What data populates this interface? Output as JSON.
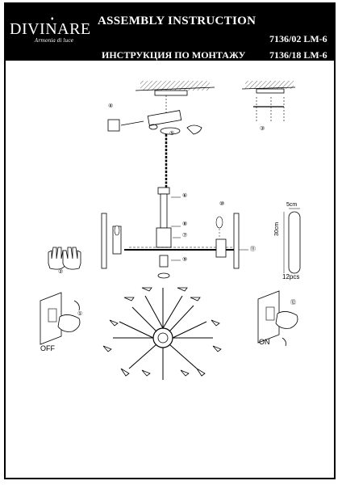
{
  "header": {
    "brand": "DIVINARE",
    "tagline": "Armonia di luce",
    "title_en": "ASSEMBLY INSTRUCTION",
    "title_ru": "ИНСТРУКЦИЯ ПО МОНТАЖУ",
    "model_1": "7136/02 LM-6",
    "model_2": "7136/18 LM-6"
  },
  "labels": {
    "off": "OFF",
    "on": "ON",
    "dim_width": "5cm",
    "dim_height": "30cm",
    "qty": "12pcs"
  },
  "steps": [
    "①",
    "②",
    "③",
    "④",
    "⑤",
    "⑥",
    "⑦",
    "⑧",
    "⑨",
    "⑩",
    "⑪",
    "⑫"
  ]
}
